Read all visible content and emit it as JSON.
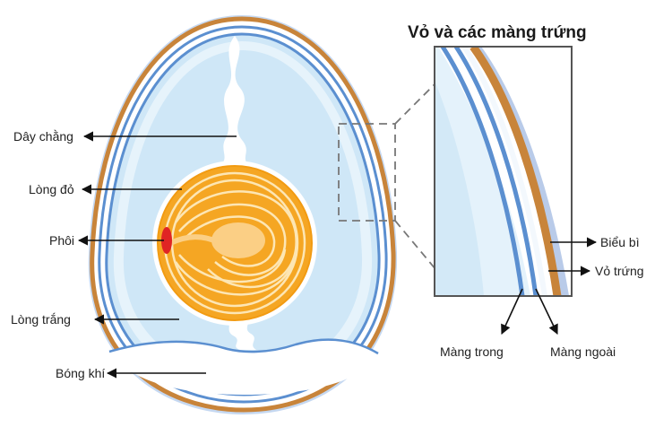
{
  "diagram": {
    "inset_title": "Vỏ và các màng trứng",
    "labels": {
      "chalaza": "Dây chằng",
      "yolk": "Lòng đỏ",
      "embryo": "Phôi",
      "albumen": "Lòng trắng",
      "air_cell": "Bóng khí",
      "cuticle": "Biểu bì",
      "shell": "Vỏ trứng",
      "inner_membrane": "Màng trong",
      "outer_membrane": "Màng ngoài"
    }
  },
  "colors": {
    "shell": "#c8843a",
    "membrane": "#5b8fd0",
    "albumen": "#cfe7f7",
    "yolk": "#f5a623",
    "embryo": "#e02424"
  }
}
